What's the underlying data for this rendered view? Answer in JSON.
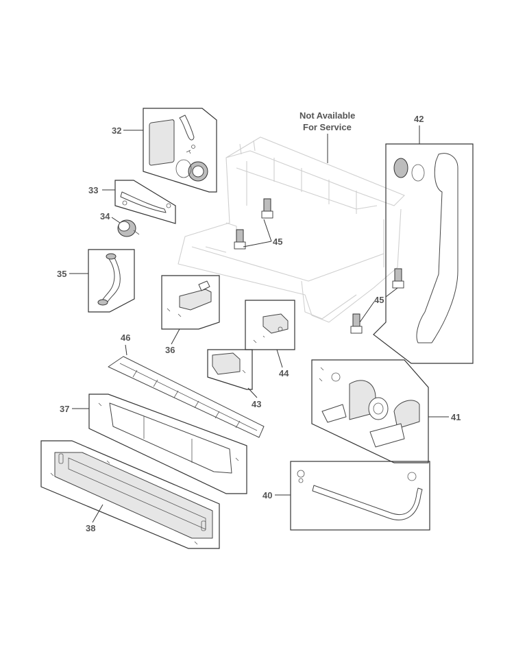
{
  "diagram": {
    "note": [
      "Not Available",
      "For Service"
    ],
    "callouts": {
      "c32": "32",
      "c33": "33",
      "c34": "34",
      "c35": "35",
      "c36": "36",
      "c37": "37",
      "c38": "38",
      "c40": "40",
      "c41": "41",
      "c42": "42",
      "c43": "43",
      "c44": "44",
      "c45a": "45",
      "c45b": "45",
      "c46": "46"
    }
  }
}
